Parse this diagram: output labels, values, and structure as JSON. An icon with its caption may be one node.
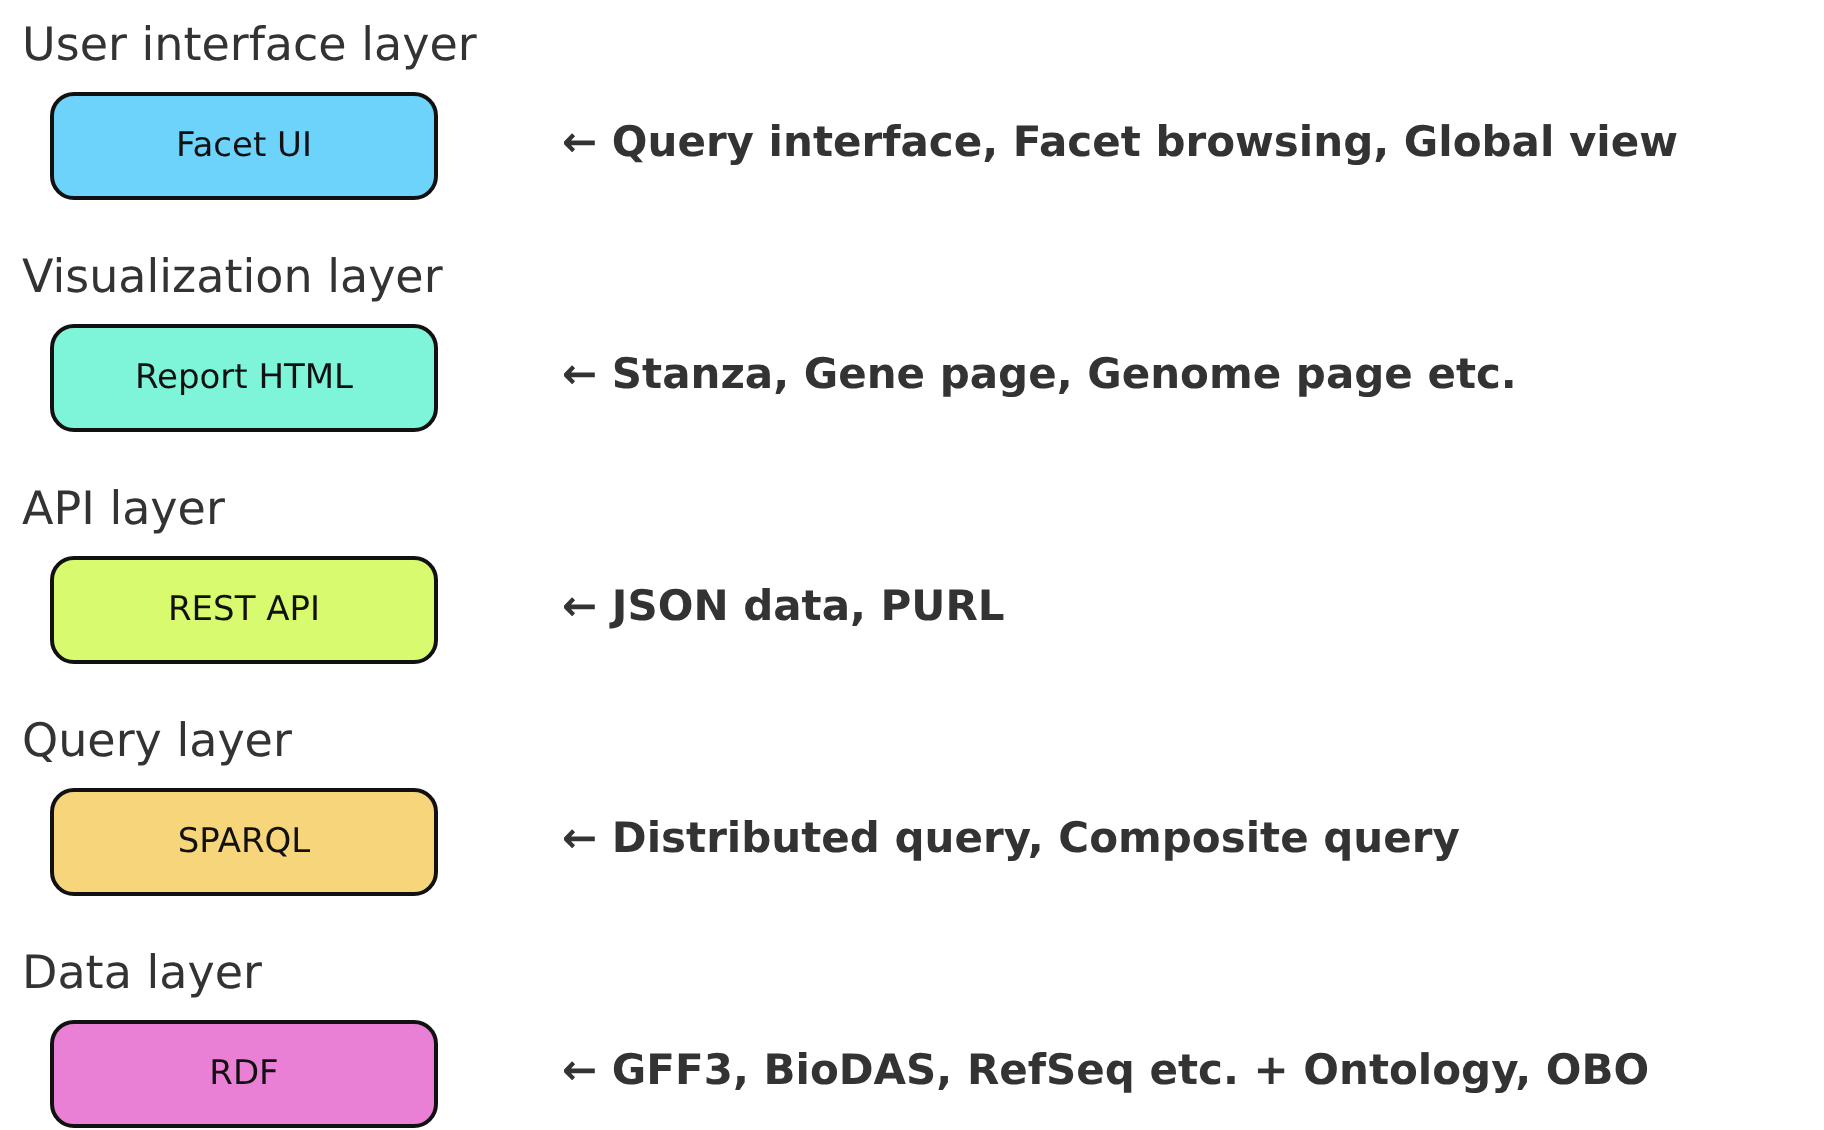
{
  "diagram": {
    "nodes": [
      {
        "text": [
          "User interface layer",
          "Facet UI"
        ],
        "beside": [
          "← Query interface, Facet browsing, Global view"
        ]
      },
      {
        "text": [
          "Visualization layer",
          "Report HTML"
        ],
        "beside": [
          "← Stanza, Gene page, Genome page etc."
        ]
      },
      {
        "text": [
          "API layer",
          "REST API"
        ],
        "beside": [
          "← JSON data, PURL"
        ]
      },
      {
        "text": [
          "Query layer",
          "SPARQL"
        ],
        "beside": [
          "← Distributed query, Composite query"
        ]
      },
      {
        "text": [
          "Data layer",
          "RDF"
        ],
        "beside": [
          "← GFF3, BioDAS, RefSeq etc. + Ontology, OBO"
        ]
      }
    ]
  }
}
